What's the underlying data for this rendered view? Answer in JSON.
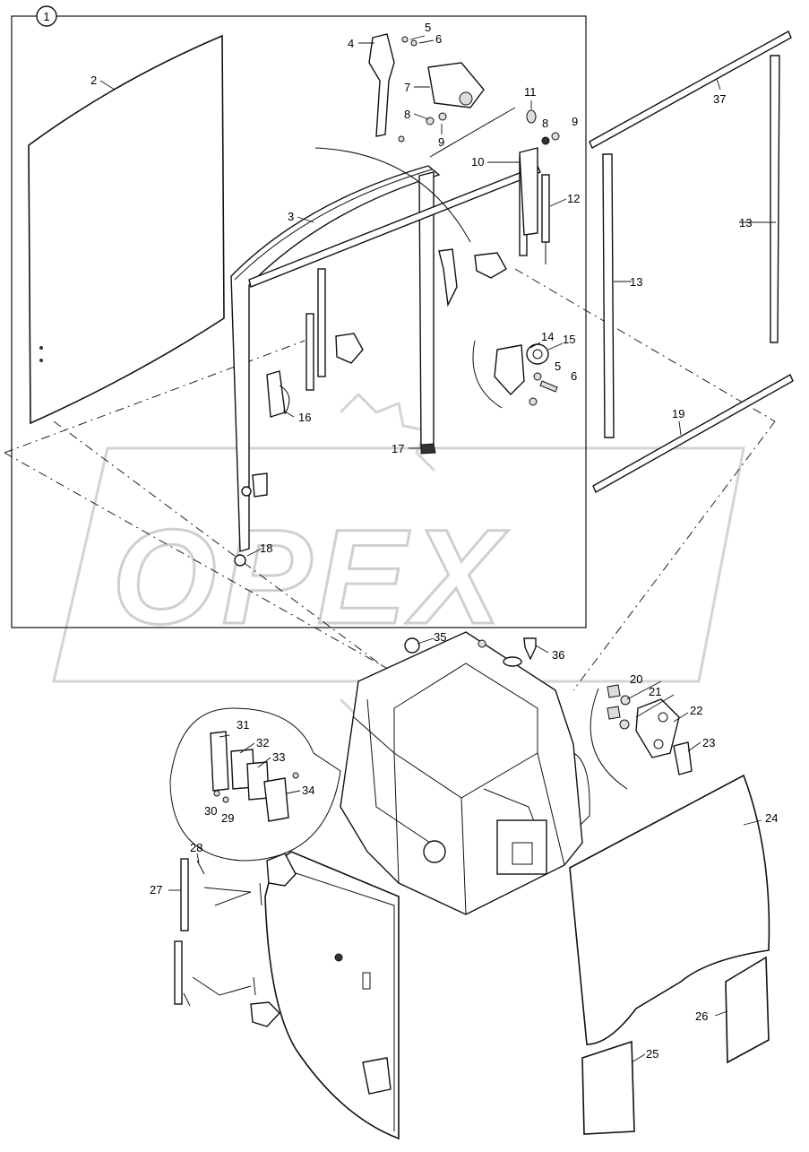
{
  "figure": {
    "group_number": "1",
    "watermark": "OPEX"
  },
  "callouts": [
    {
      "id": "c2",
      "label": "2"
    },
    {
      "id": "c3",
      "label": "3"
    },
    {
      "id": "c4",
      "label": "4"
    },
    {
      "id": "c5a",
      "label": "5"
    },
    {
      "id": "c6a",
      "label": "6"
    },
    {
      "id": "c7",
      "label": "7"
    },
    {
      "id": "c8a",
      "label": "8"
    },
    {
      "id": "c9a",
      "label": "9"
    },
    {
      "id": "c10",
      "label": "10"
    },
    {
      "id": "c11",
      "label": "11"
    },
    {
      "id": "c8b",
      "label": "8"
    },
    {
      "id": "c9b",
      "label": "9"
    },
    {
      "id": "c12",
      "label": "12"
    },
    {
      "id": "c13a",
      "label": "13"
    },
    {
      "id": "c13b",
      "label": "13"
    },
    {
      "id": "c14",
      "label": "14"
    },
    {
      "id": "c15",
      "label": "15"
    },
    {
      "id": "c5b",
      "label": "5"
    },
    {
      "id": "c6b",
      "label": "6"
    },
    {
      "id": "c16",
      "label": "16"
    },
    {
      "id": "c17",
      "label": "17"
    },
    {
      "id": "c18",
      "label": "18"
    },
    {
      "id": "c19",
      "label": "19"
    },
    {
      "id": "c37",
      "label": "37"
    },
    {
      "id": "c35",
      "label": "35"
    },
    {
      "id": "c36",
      "label": "36"
    },
    {
      "id": "c20",
      "label": "20"
    },
    {
      "id": "c21",
      "label": "21"
    },
    {
      "id": "c22",
      "label": "22"
    },
    {
      "id": "c23",
      "label": "23"
    },
    {
      "id": "c24",
      "label": "24"
    },
    {
      "id": "c25",
      "label": "25"
    },
    {
      "id": "c26",
      "label": "26"
    },
    {
      "id": "c27",
      "label": "27"
    },
    {
      "id": "c28",
      "label": "28"
    },
    {
      "id": "c29",
      "label": "29"
    },
    {
      "id": "c30",
      "label": "30"
    },
    {
      "id": "c31",
      "label": "31"
    },
    {
      "id": "c32",
      "label": "32"
    },
    {
      "id": "c33",
      "label": "33"
    },
    {
      "id": "c34",
      "label": "34"
    }
  ]
}
